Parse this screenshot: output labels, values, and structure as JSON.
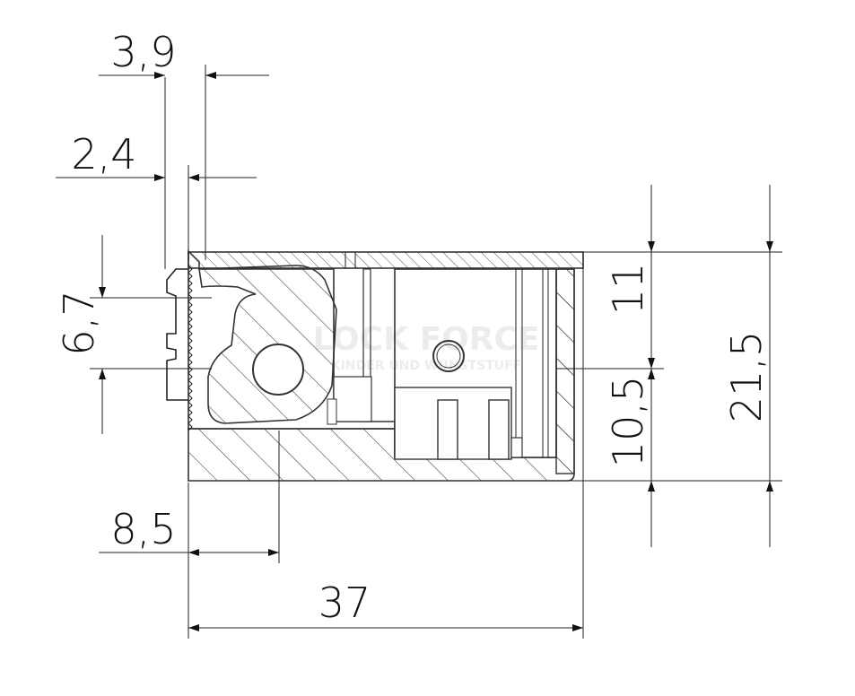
{
  "drawing": {
    "dimensions": {
      "d_top_offset": "3,9",
      "d_lip": "2,4",
      "d_height_left": "6,7",
      "d_hole_offset": "8,5",
      "d_total_width": "37",
      "d_upper_height": "11",
      "d_lower_height": "10,5",
      "d_total_height": "21,5"
    },
    "watermark": {
      "brand": "LOCK FORCE",
      "tagline": "KINDER UND WUNSTSTUFF"
    }
  }
}
